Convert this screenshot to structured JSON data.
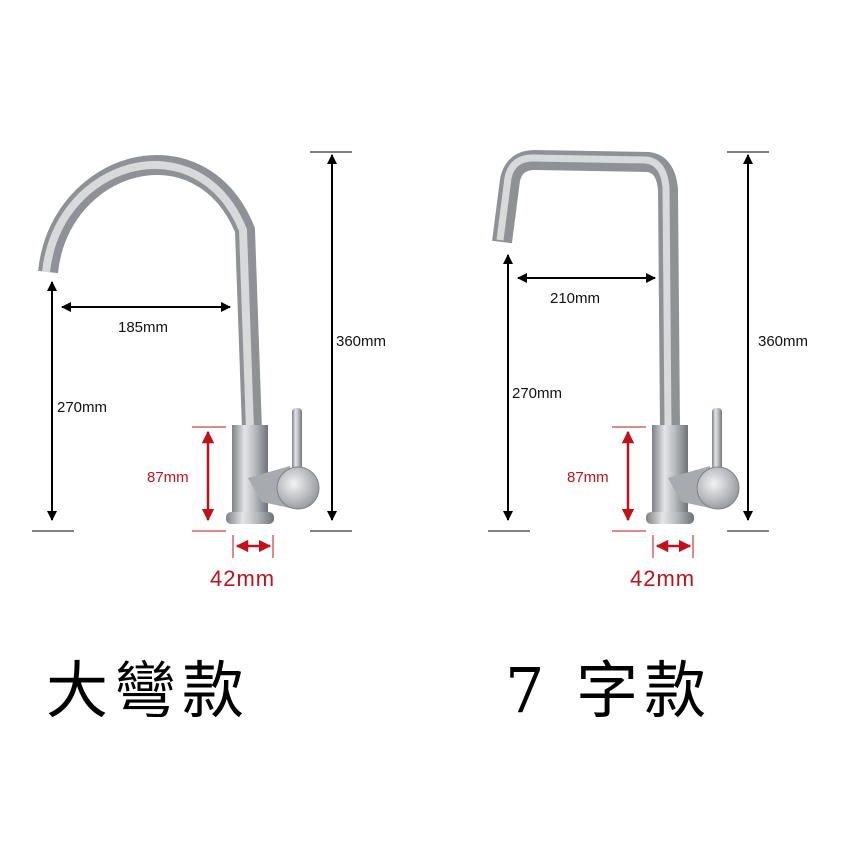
{
  "models": [
    {
      "name": "大彎款",
      "total_height": "360mm",
      "spout_height": "270mm",
      "spout_reach": "185mm",
      "body_height": "87mm",
      "base_diameter": "42mm"
    },
    {
      "name": "7 字款",
      "total_height": "360mm",
      "spout_height": "270mm",
      "spout_reach": "210mm",
      "body_height": "87mm",
      "base_diameter": "42mm"
    }
  ],
  "colors": {
    "dimension_red": "#c0121b",
    "dimension_black": "#000000",
    "steel": "#a9acb0"
  }
}
